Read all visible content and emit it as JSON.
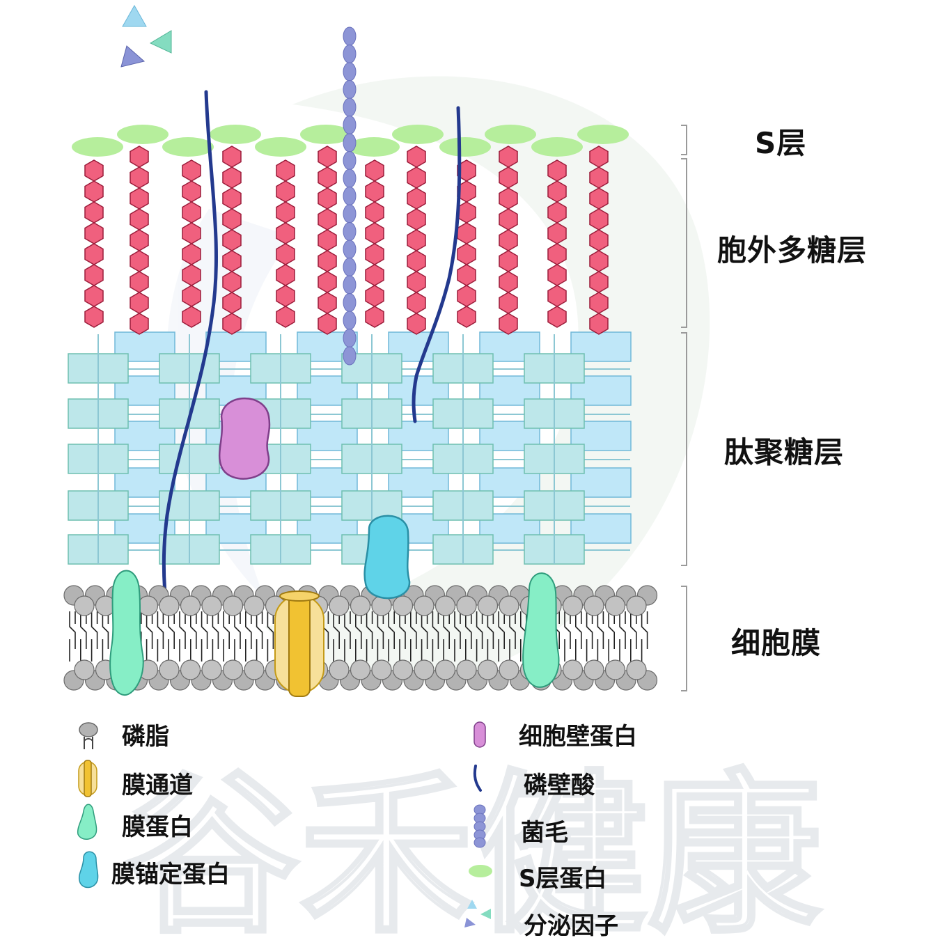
{
  "colors": {
    "s_layer_protein": "#b6ee9c",
    "polysaccharide": "#f0607e",
    "teichoic_acid": "#23398e",
    "pilus": "#8d95d6",
    "cell_wall_protein": "#d88fd8",
    "anchor_protein": "#5fd3e8",
    "membrane_protein": "#86eec6",
    "membrane_channel": "#f1c232",
    "peptidoglycan_a": "#bde7ea",
    "peptidoglycan_b": "#bfe7f8",
    "phospholipid": "#b3b3b3",
    "triangle_blue": "#9fd8f0",
    "triangle_green": "#84dcc0",
    "triangle_purple": "#8a93d6",
    "watermark": "#cfd6df"
  },
  "layers": [
    {
      "id": "s-layer",
      "label": "S层"
    },
    {
      "id": "polysaccharide-layer",
      "label": "胞外多糖层"
    },
    {
      "id": "peptidoglycan-layer",
      "label": "肽聚糖层"
    },
    {
      "id": "cell-membrane",
      "label": "细胞膜"
    }
  ],
  "legend": {
    "left": [
      {
        "icon": "phospholipid-icon",
        "label": "磷脂"
      },
      {
        "icon": "membrane-channel-icon",
        "label": "膜通道"
      },
      {
        "icon": "membrane-protein-icon",
        "label": "膜蛋白"
      },
      {
        "icon": "anchor-protein-icon",
        "label": "膜锚定蛋白"
      }
    ],
    "right": [
      {
        "icon": "cell-wall-protein-icon",
        "label": "细胞壁蛋白"
      },
      {
        "icon": "teichoic-acid-icon",
        "label": "磷壁酸"
      },
      {
        "icon": "pilus-icon",
        "label": "菌毛"
      },
      {
        "icon": "s-layer-protein-icon",
        "label": "S层蛋白"
      },
      {
        "icon": "secreted-factor-icon",
        "label": "分泌因子"
      }
    ]
  },
  "watermark": {
    "text": "谷禾健康"
  }
}
